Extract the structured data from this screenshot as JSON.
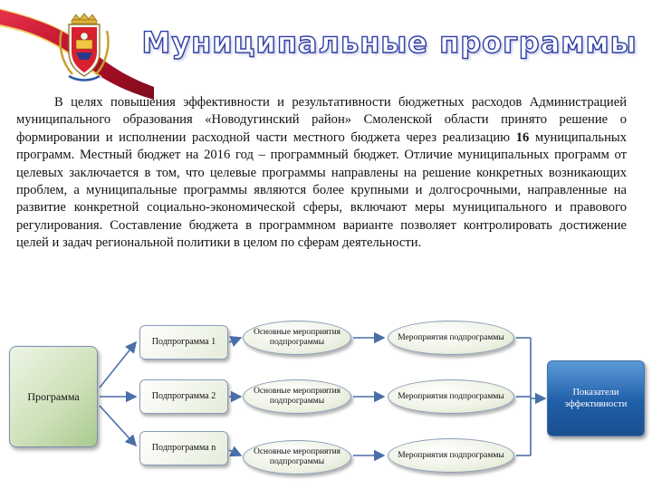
{
  "title": "Муниципальные программы",
  "paragraph": {
    "before": "В целях повышения эффективности и результативности бюджетных расходов Администрацией муниципального образования «Новодугинский район» Смоленской области принято решение о формировании и исполнении расходной части местного бюджета через реализацию ",
    "number": "16",
    "after": " муниципальных программ. Местный бюджет на 2016 год – программный бюджет. Отличие муниципальных программ от целевых заключается в том, что целевые программы направлены на решение конкретных возникающих проблем, а муниципальные программы являются более крупными и долгосрочными, направленные на развитие конкретной социально-экономической сферы, включают меры муниципального и правового регулирования. Составление бюджета в программном варианте позволяет контролировать достижение целей и задач региональной политики в целом по сферам деятельности."
  },
  "diagram": {
    "program": "Программа",
    "subprograms": [
      "Подпрограмма 1",
      "Подпрограмма 2",
      "Подпрограмма n"
    ],
    "main_activities": [
      "Основные мероприятия подпрограммы",
      "Основные мероприятия подпрограммы",
      "Основные мероприятия подпрограммы"
    ],
    "activities": [
      "Мероприятия подпрограммы",
      "Мероприятия подпрограммы",
      "Мероприятия подпрограммы"
    ],
    "result": "Показатели эффективности"
  },
  "colors": {
    "title_stroke": "#2e3fa8",
    "ribbon": "#c8102e",
    "result_fill": "#1f5fa8",
    "arrows": "#4a6fa8"
  }
}
